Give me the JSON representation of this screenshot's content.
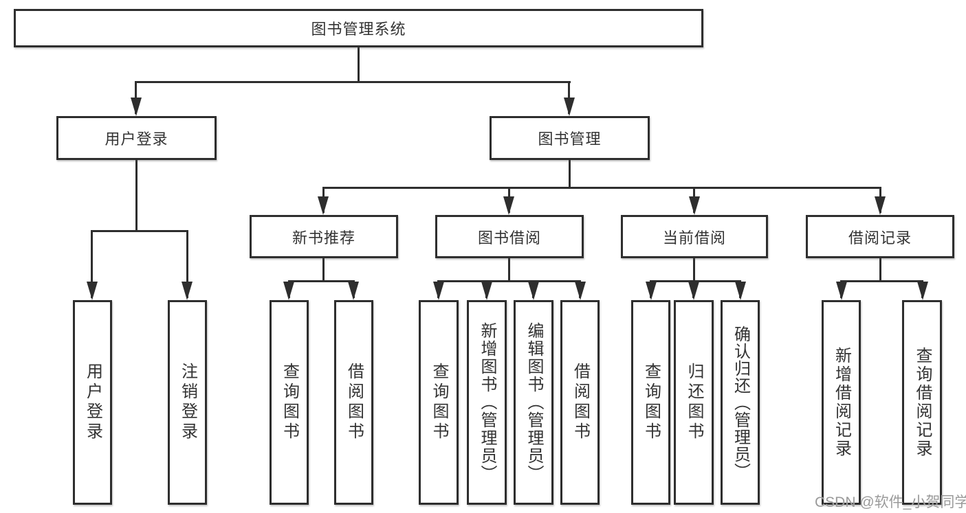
{
  "diagram": {
    "title": "图书管理系统",
    "nodes": {
      "root": "图书管理系统",
      "user_login": "用户登录",
      "book_mgmt": "图书管理",
      "new_book_rec": "新书推荐",
      "book_borrow": "图书借阅",
      "current_borrow": "当前借阅",
      "borrow_record": "借阅记录",
      "ul_user_login": "用户登录",
      "ul_logout": "注销登录",
      "nbr_query_book": "查询图书",
      "nbr_borrow_book": "借阅图书",
      "bb_query_book": "查询图书",
      "bb_add_book": "新增图书（管理员）",
      "bb_edit_book": "编辑图书（管理员）",
      "bb_borrow_book": "借阅图书",
      "cb_query_book": "查询图书",
      "cb_return_book": "归还图书",
      "cb_confirm_return": "确认归还（管理员）",
      "br_add_record": "新增借阅记录",
      "br_query_record": "查询借阅记录"
    },
    "hierarchy": {
      "图书管理系统": {
        "用户登录": [
          "用户登录",
          "注销登录"
        ],
        "图书管理": {
          "新书推荐": [
            "查询图书",
            "借阅图书"
          ],
          "图书借阅": [
            "查询图书",
            "新增图书（管理员）",
            "编辑图书（管理员）",
            "借阅图书"
          ],
          "当前借阅": [
            "查询图书",
            "归还图书",
            "确认归还（管理员）"
          ],
          "借阅记录": [
            "新增借阅记录",
            "查询借阅记录"
          ]
        }
      }
    },
    "colors": {
      "line": "#2e2e2e",
      "text": "#333333",
      "background": "#ffffff",
      "watermark": "#9a9a9a"
    }
  },
  "watermark": "CSDN @软件_小贺同学"
}
